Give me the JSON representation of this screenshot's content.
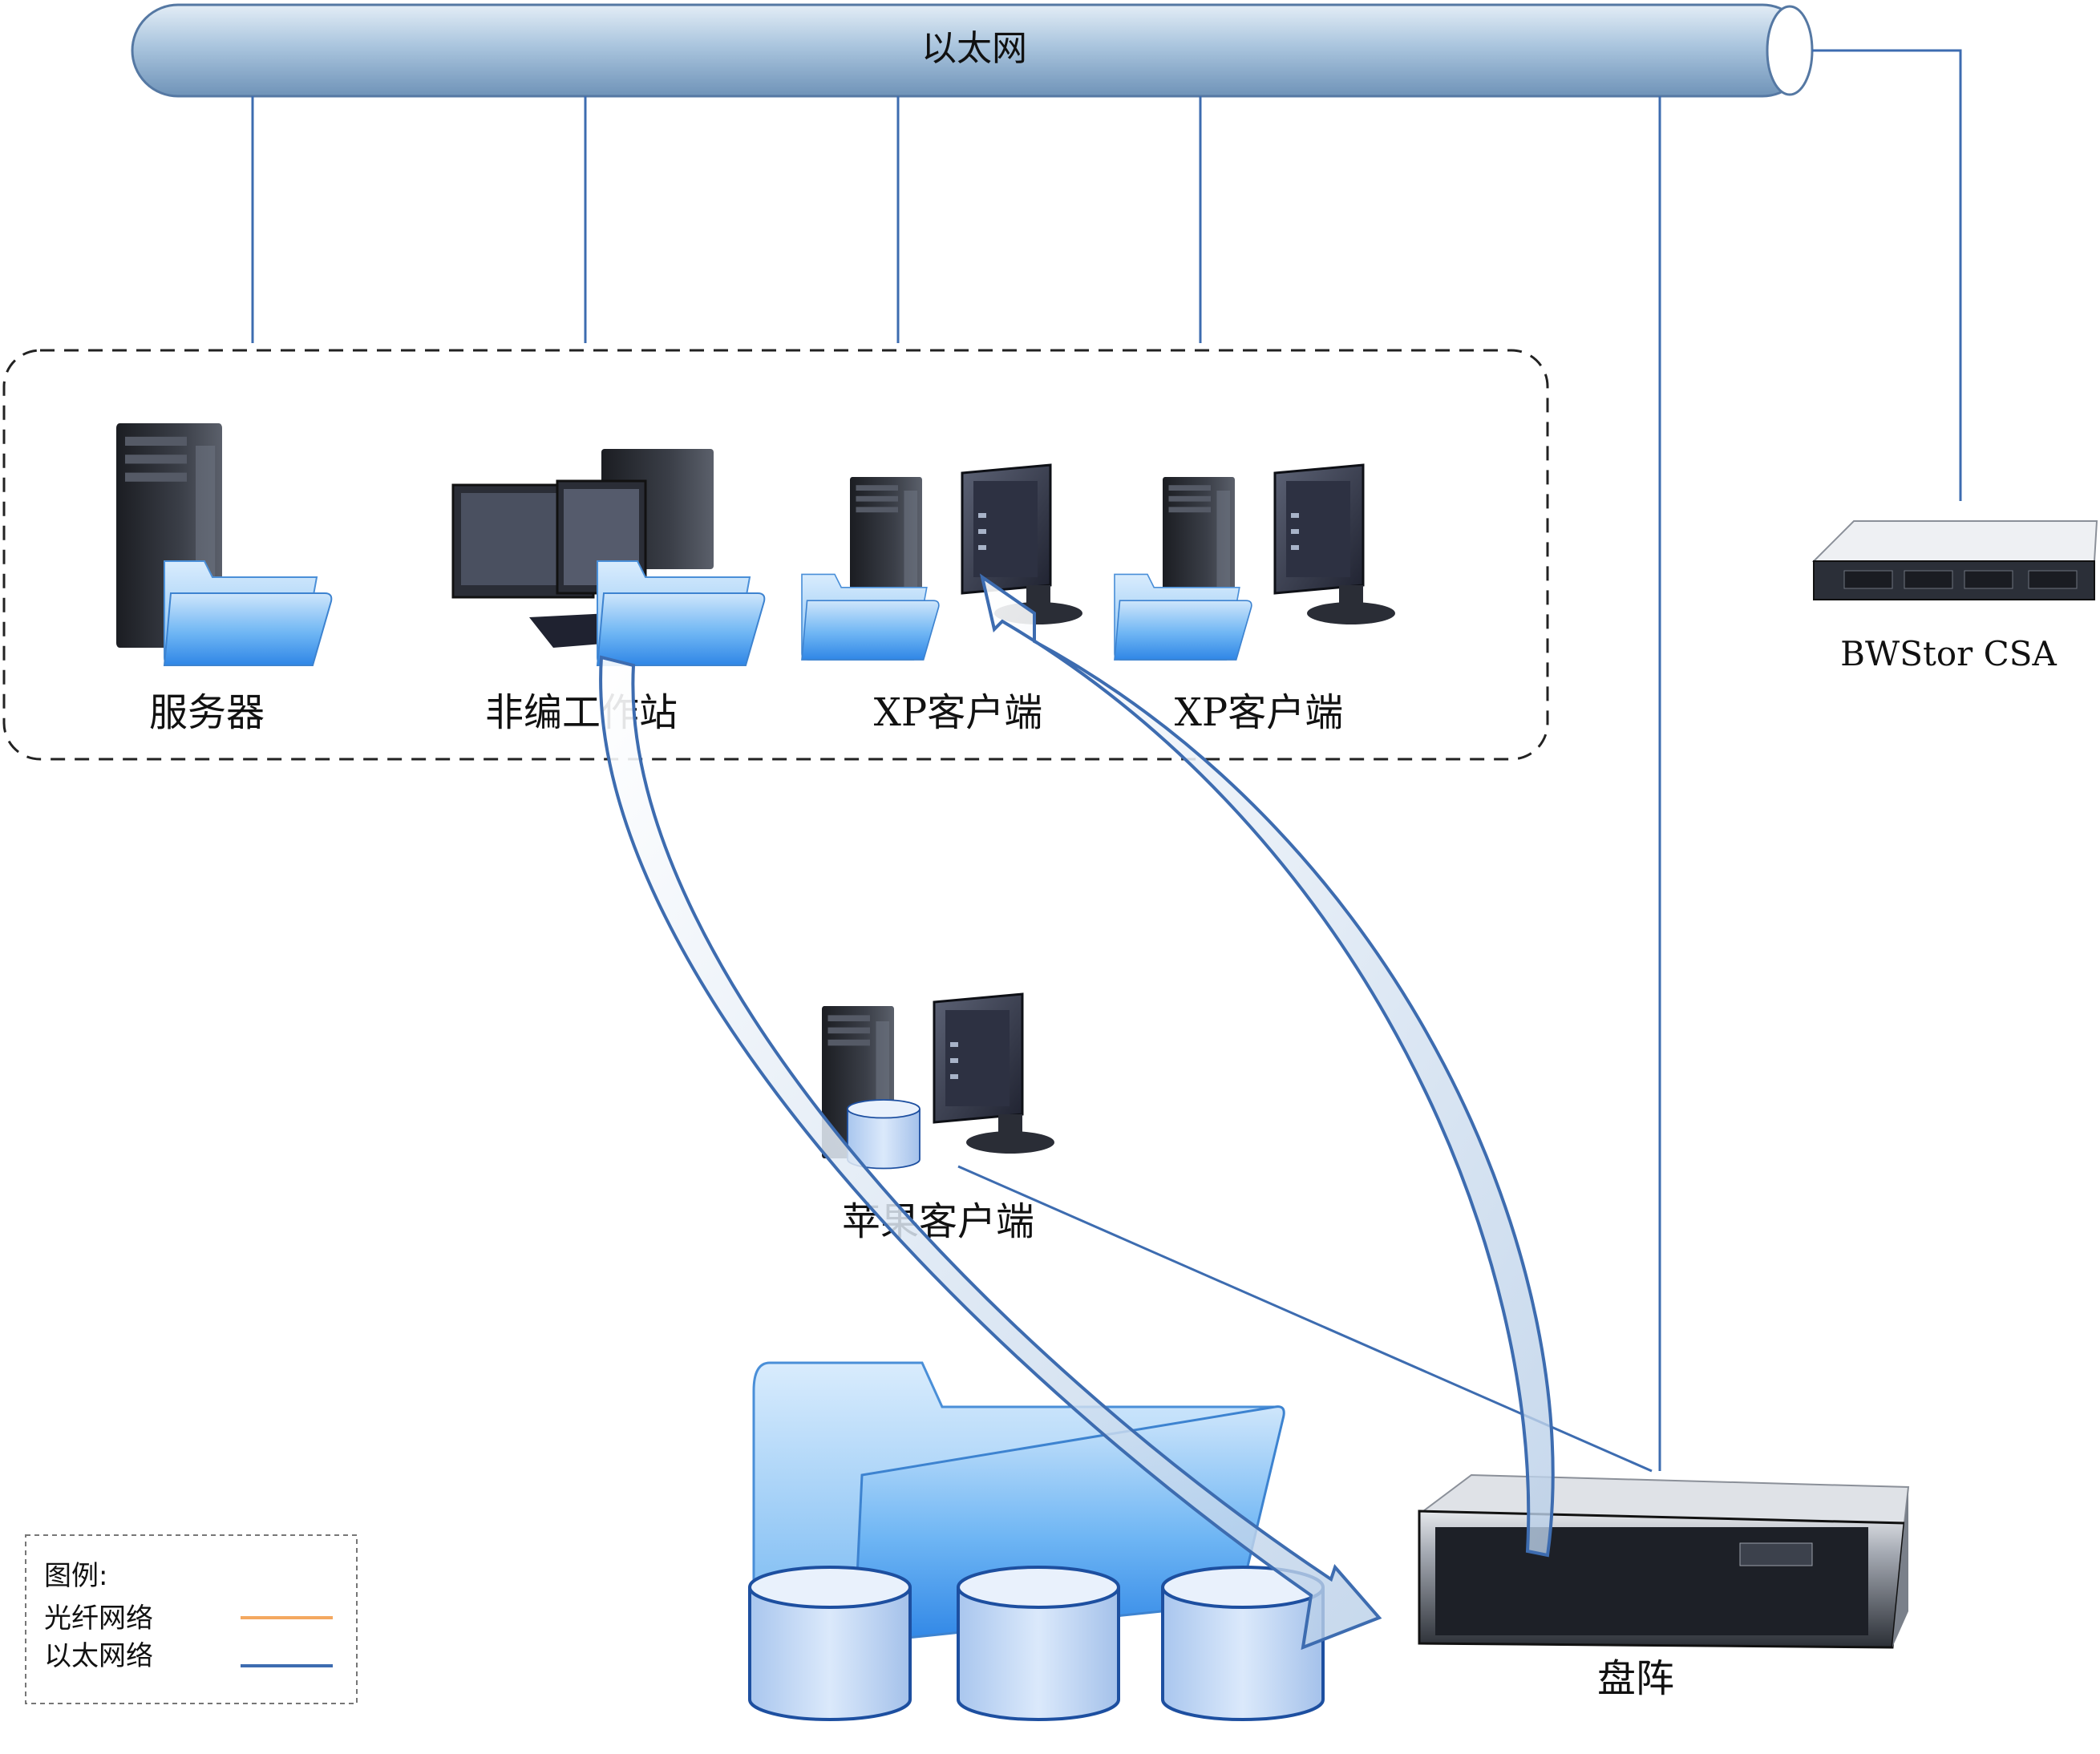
{
  "diagram": {
    "ethernet_label": "以太网",
    "nodes": {
      "server": "服务器",
      "nle_workstation": "非编工作站",
      "xp_client_1": "XP客户端",
      "xp_client_2": "XP客户端",
      "bwstor": "BWStor CSA",
      "mac_client": "苹果客户端",
      "disk_array": "盘阵"
    },
    "legend": {
      "title": "图例:",
      "items": [
        {
          "label": "光纤网络",
          "color": "#f4a860"
        },
        {
          "label": "以太网络",
          "color": "#3d6cb0"
        }
      ]
    },
    "colors": {
      "ethernet_line": "#3d6cb0",
      "fiber_line": "#f4a860",
      "bus_fill": "#a9c4dd",
      "folder_blue": "#5aa9f0"
    }
  }
}
